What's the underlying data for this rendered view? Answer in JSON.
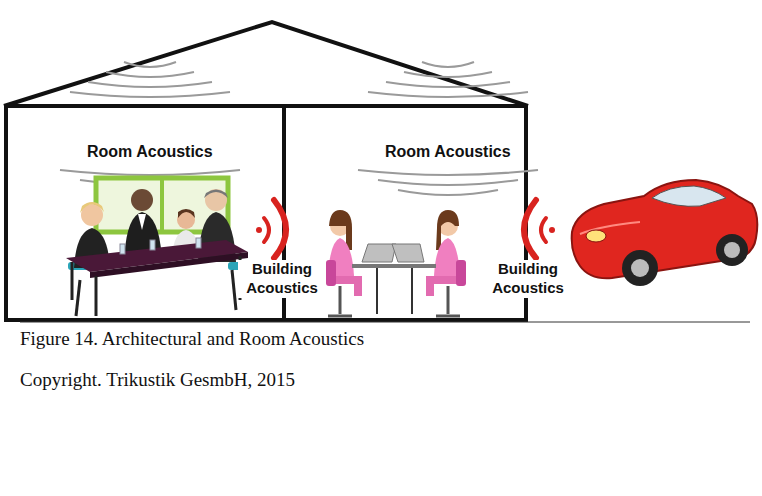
{
  "diagram": {
    "caption": "Figure 14. Architectural and Room Acoustics",
    "labels": [
      "Room Acoustics",
      "Room Acoustics",
      "Building Acoustics",
      "Building Acoustics",
      "Copyright. Trikustik GesmbH, 2015"
    ]
  }
}
